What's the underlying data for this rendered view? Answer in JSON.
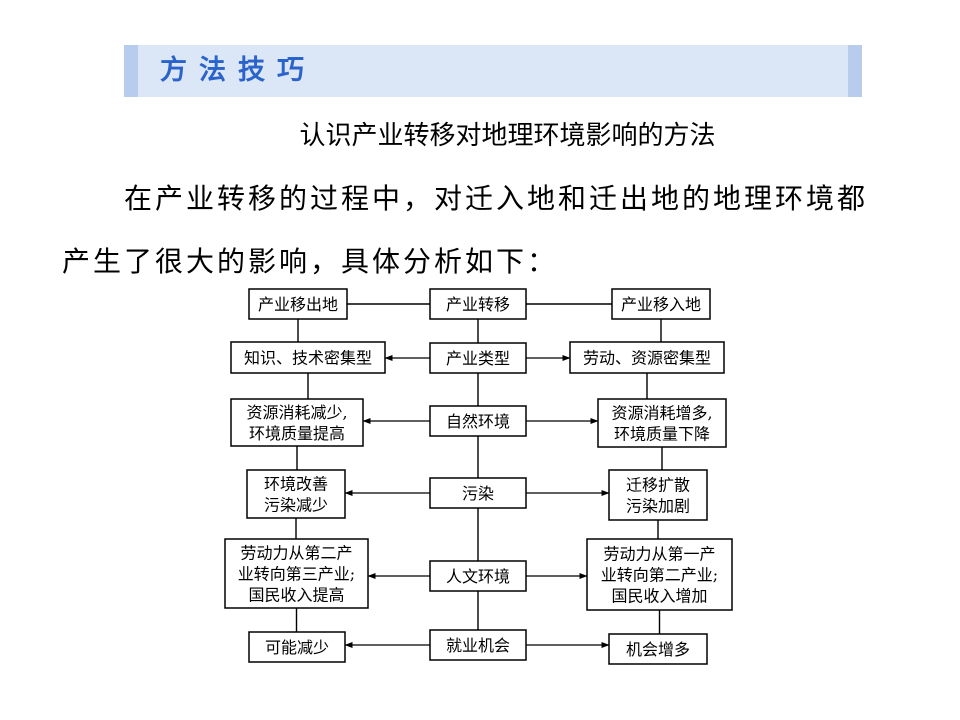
{
  "banner": {
    "title": "方法技巧"
  },
  "heading": "认识产业转移对地理环境影响的方法",
  "paragraph": {
    "line1": "在产业转移的过程中，对迁入地和迁出地的地理环境都",
    "line2": "产生了很大的影响，具体分析如下："
  },
  "diagram": {
    "center": [
      {
        "key": "transfer",
        "lines": [
          "产业转移"
        ]
      },
      {
        "key": "type",
        "lines": [
          "产业类型"
        ]
      },
      {
        "key": "nature",
        "lines": [
          "自然环境"
        ]
      },
      {
        "key": "pollution",
        "lines": [
          "污染"
        ]
      },
      {
        "key": "human",
        "lines": [
          "人文环境"
        ]
      },
      {
        "key": "jobs",
        "lines": [
          "就业机会"
        ]
      }
    ],
    "left": [
      {
        "key": "transfer",
        "lines": [
          "产业移出地"
        ]
      },
      {
        "key": "type",
        "lines": [
          "知识、技术密集型"
        ]
      },
      {
        "key": "nature",
        "lines": [
          "资源消耗减少,",
          "环境质量提高"
        ]
      },
      {
        "key": "pollution",
        "lines": [
          "环境改善",
          "污染减少"
        ]
      },
      {
        "key": "human",
        "lines": [
          "劳动力从第二产",
          "业转向第三产业;",
          "国民收入提高"
        ]
      },
      {
        "key": "jobs",
        "lines": [
          "可能减少"
        ]
      }
    ],
    "right": [
      {
        "key": "transfer",
        "lines": [
          "产业移入地"
        ]
      },
      {
        "key": "type",
        "lines": [
          "劳动、资源密集型"
        ]
      },
      {
        "key": "nature",
        "lines": [
          "资源消耗增多,",
          "环境质量下降"
        ]
      },
      {
        "key": "pollution",
        "lines": [
          "迁移扩散",
          "污染加剧"
        ]
      },
      {
        "key": "human",
        "lines": [
          "劳动力从第一产",
          "业转向第二产业;",
          "国民收入增加"
        ]
      },
      {
        "key": "jobs",
        "lines": [
          "机会增多"
        ]
      }
    ]
  }
}
